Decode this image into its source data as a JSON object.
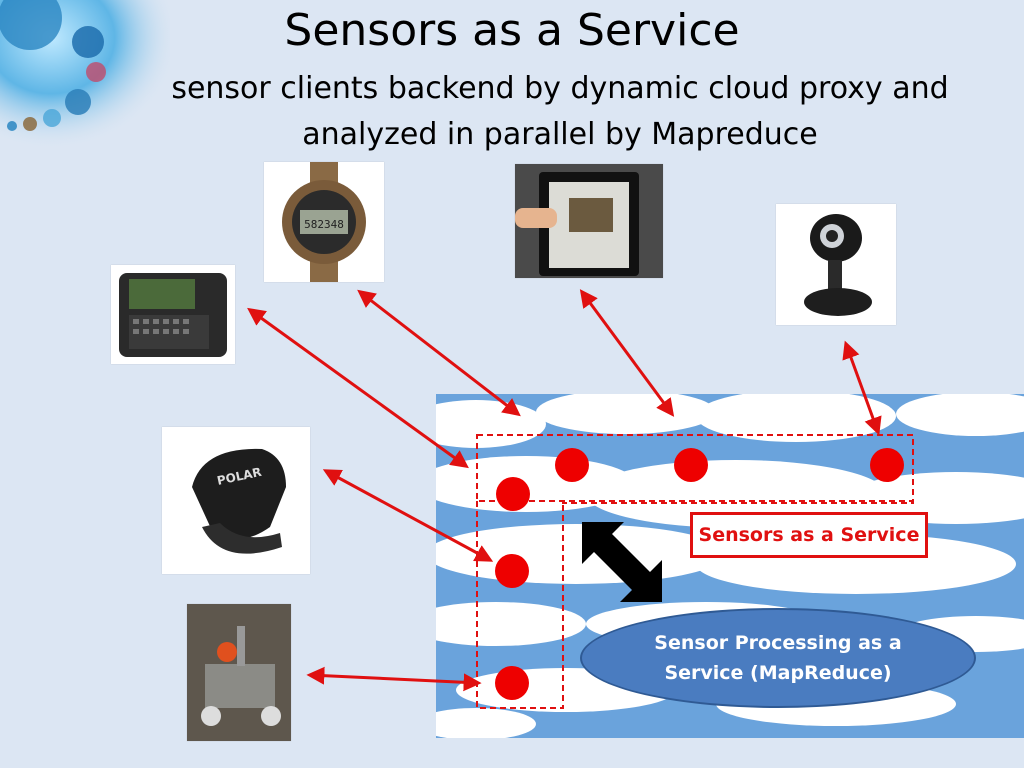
{
  "slide": {
    "title": "Sensors as a Service",
    "subtitle": "sensor clients backend by dynamic cloud proxy and analyzed in parallel by Mapreduce"
  },
  "labels": {
    "saas": "Sensors as a Service",
    "mapreduce": "Sensor Processing as a Service (MapReduce)"
  },
  "devices": {
    "watch_display": "582348",
    "heart_rate_brand": "POLAR"
  },
  "colors": {
    "background": "#dce6f3",
    "arrow": "#e01010",
    "node": "#ee0000",
    "ellipse": "#4a7cc0",
    "sky": "#6aa3dc"
  }
}
